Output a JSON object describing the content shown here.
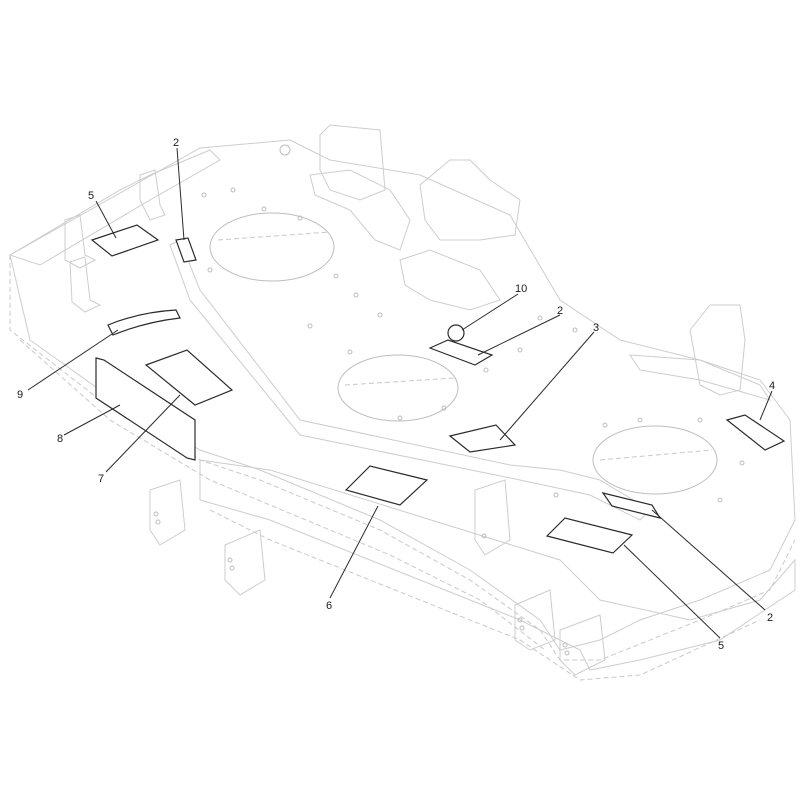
{
  "callouts": {
    "c2_top": "2",
    "c5_left": "5",
    "c10": "10",
    "c2_mid": "2",
    "c3": "3",
    "c4": "4",
    "c9": "9",
    "c8": "8",
    "c7": "7",
    "c6": "6",
    "c2_right": "2",
    "c5_right": "5"
  },
  "colors": {
    "ghost_line": "#c9c9c9",
    "decal_outline": "#2b2b2b",
    "label": "#1a1a1a"
  }
}
